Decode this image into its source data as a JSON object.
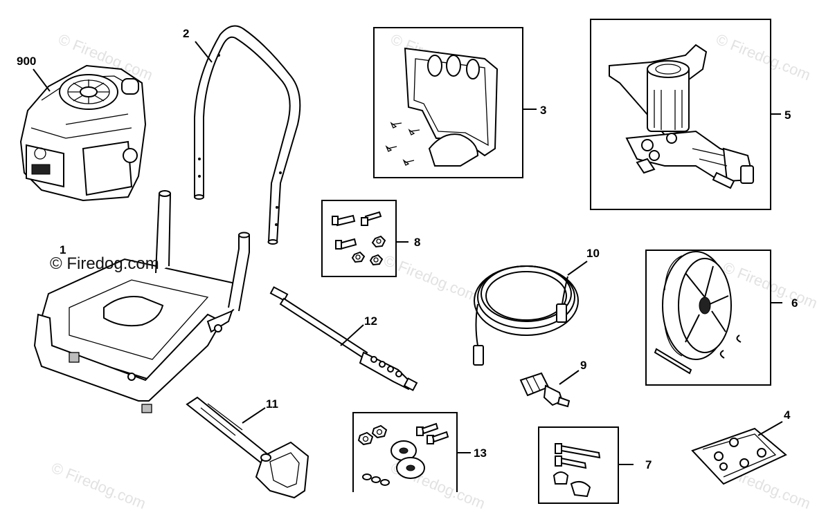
{
  "watermark": "© Firedog.com",
  "watermark_overlay": "© Firedog.com",
  "callouts": {
    "engine": "900",
    "frame": "1",
    "handle": "2",
    "pump_bracket": "3",
    "nozzle_kit": "4",
    "pump": "5",
    "wheel_kit": "6",
    "handle_hardware": "7",
    "bolt_kit": "8",
    "adapter": "9",
    "hose": "10",
    "gun": "11",
    "wand": "12",
    "engine_mount_kit": "13"
  }
}
